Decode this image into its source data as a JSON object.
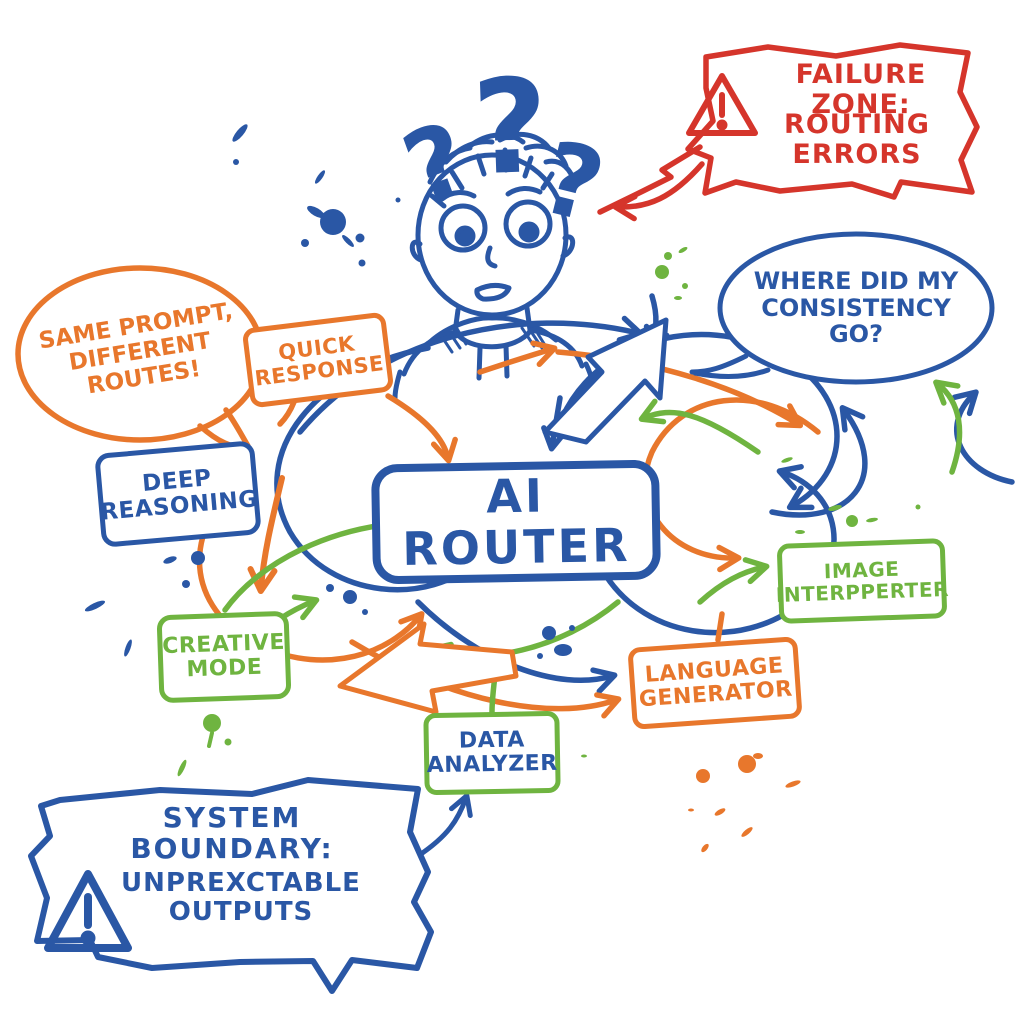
{
  "palette": {
    "blue": "#2a57a5",
    "orange": "#e8772c",
    "green": "#6fb440",
    "red": "#d5352b",
    "background": "#ffffff"
  },
  "center": {
    "router_label": "AI ROUTER"
  },
  "routes": {
    "quick_response": "QUICK RESPONSE",
    "deep_reasoning": "DEEP REASONING",
    "creative_mode": "CREATIVE MODE",
    "image_interpreter": "IMAGE INTERPPERTER",
    "language_generator": "LANGUAGE GENERATOR",
    "data_analyzer": "DATA ANALYZER"
  },
  "bubbles": {
    "same_prompt": "SAME PROMPT, DIFFERENT ROUTES!",
    "consistency": "WHERE DID MY CONSISTENCY GO?"
  },
  "callouts": {
    "failure_zone_line1": "FAILURE ZONE:",
    "failure_zone_line2": "ROUTING ERRORS",
    "system_boundary_title": "SYSTEM BOUNDARY:",
    "system_boundary_subtitle": "UNPREXCTABLE OUTPUTS"
  },
  "person": {
    "question_marks": [
      "?",
      "?",
      "?"
    ]
  },
  "icons": {
    "warning_red": "warning-triangle",
    "warning_blue": "warning-triangle"
  }
}
